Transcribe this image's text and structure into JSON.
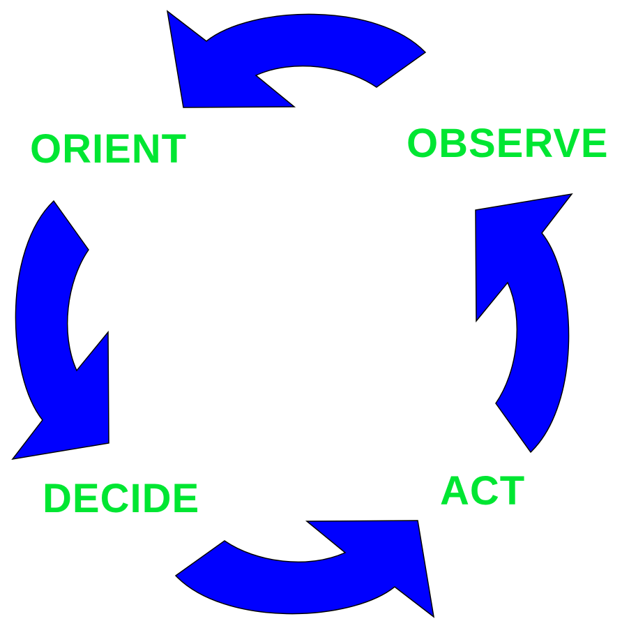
{
  "labels": {
    "orient": "ORIENT",
    "observe": "OBSERVE",
    "decide": "DECIDE",
    "act": "ACT"
  },
  "colors": {
    "arrow_fill": "#0000ff",
    "arrow_outline": "#000000",
    "label_text": "#00e632",
    "background": "#ffffff"
  },
  "icons": {
    "arrow_top": "curved-arrow-pointing-left",
    "arrow_left": "curved-arrow-pointing-down",
    "arrow_bottom": "curved-arrow-pointing-right",
    "arrow_right": "curved-arrow-pointing-up"
  }
}
